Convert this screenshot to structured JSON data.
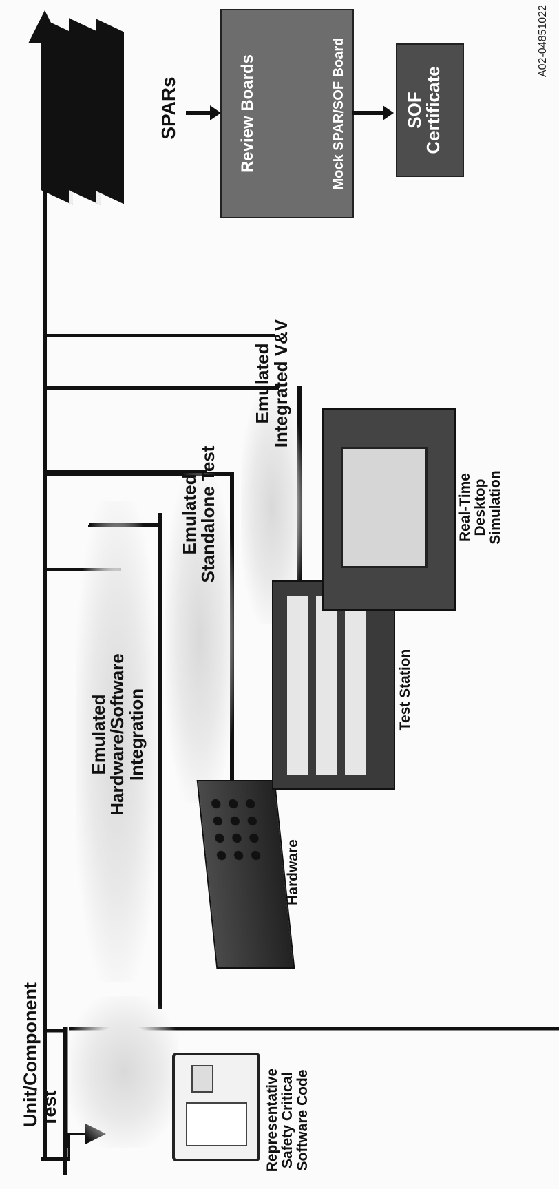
{
  "stages": {
    "unit": "Unit/Component Test",
    "hwsw": [
      "Emulated",
      "Hardware/Software",
      "Integration"
    ],
    "standalone": [
      "Emulated",
      "Standalone Test"
    ],
    "integrated": [
      "Emulated",
      "Integrated V&V"
    ]
  },
  "inputs": {
    "code": [
      "Representative",
      "Safety Critical",
      "Software Code"
    ],
    "hardware": "Hardware",
    "test_station": "Test Station",
    "desktop_sim": [
      "Real-Time",
      "Desktop",
      "Simulation"
    ]
  },
  "outputs": {
    "spars": "SPARs",
    "review_boards": "Review Boards",
    "mock_board": "Mock SPAR/SOF Board",
    "certificate": [
      "SOF",
      "Certificate"
    ]
  },
  "doc_id": "A02-04851022"
}
